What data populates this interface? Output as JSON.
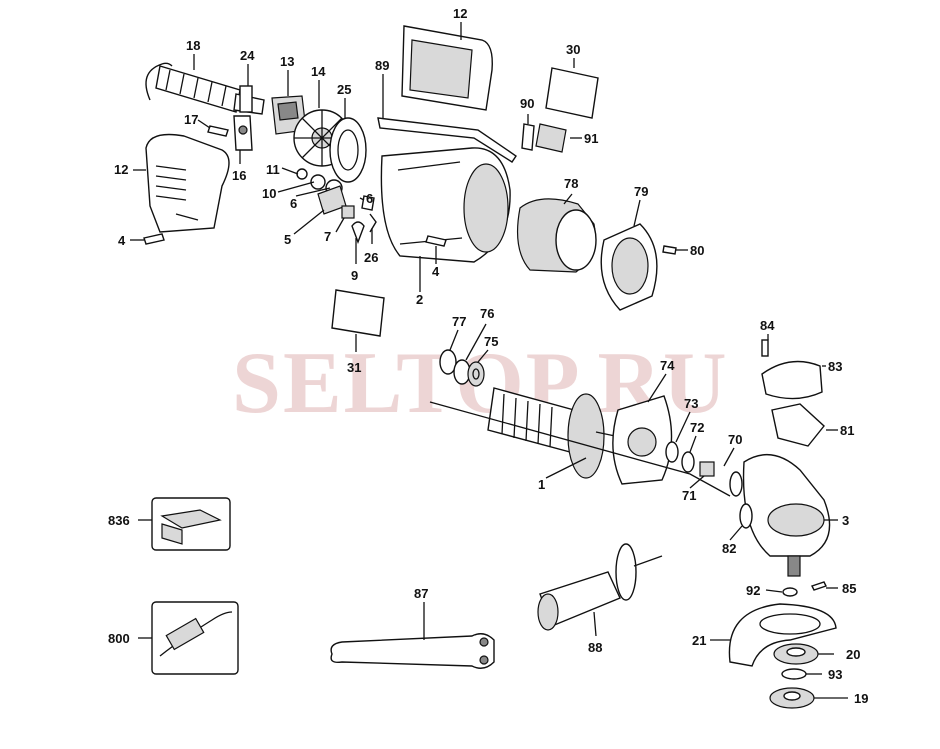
{
  "watermark": "SELTOP.RU",
  "callouts": [
    {
      "id": "c-12a",
      "text": "12"
    },
    {
      "id": "c-18",
      "text": "18"
    },
    {
      "id": "c-24",
      "text": "24"
    },
    {
      "id": "c-13",
      "text": "13"
    },
    {
      "id": "c-14",
      "text": "14"
    },
    {
      "id": "c-25",
      "text": "25"
    },
    {
      "id": "c-89",
      "text": "89"
    },
    {
      "id": "c-30",
      "text": "30"
    },
    {
      "id": "c-17",
      "text": "17"
    },
    {
      "id": "c-12b",
      "text": "12"
    },
    {
      "id": "c-16",
      "text": "16"
    },
    {
      "id": "c-11",
      "text": "11"
    },
    {
      "id": "c-10",
      "text": "10"
    },
    {
      "id": "c-6a",
      "text": "6"
    },
    {
      "id": "c-6b",
      "text": "6"
    },
    {
      "id": "c-5",
      "text": "5"
    },
    {
      "id": "c-7",
      "text": "7"
    },
    {
      "id": "c-26",
      "text": "26"
    },
    {
      "id": "c-9",
      "text": "9"
    },
    {
      "id": "c-4a",
      "text": "4"
    },
    {
      "id": "c-4b",
      "text": "4"
    },
    {
      "id": "c-2",
      "text": "2"
    },
    {
      "id": "c-90",
      "text": "90"
    },
    {
      "id": "c-91",
      "text": "91"
    },
    {
      "id": "c-78",
      "text": "78"
    },
    {
      "id": "c-79",
      "text": "79"
    },
    {
      "id": "c-80",
      "text": "80"
    },
    {
      "id": "c-31",
      "text": "31"
    },
    {
      "id": "c-77",
      "text": "77"
    },
    {
      "id": "c-76",
      "text": "76"
    },
    {
      "id": "c-75",
      "text": "75"
    },
    {
      "id": "c-74",
      "text": "74"
    },
    {
      "id": "c-84",
      "text": "84"
    },
    {
      "id": "c-83",
      "text": "83"
    },
    {
      "id": "c-73",
      "text": "73"
    },
    {
      "id": "c-81",
      "text": "81"
    },
    {
      "id": "c-72",
      "text": "72"
    },
    {
      "id": "c-70",
      "text": "70"
    },
    {
      "id": "c-1",
      "text": "1"
    },
    {
      "id": "c-71",
      "text": "71"
    },
    {
      "id": "c-3",
      "text": "3"
    },
    {
      "id": "c-82",
      "text": "82"
    },
    {
      "id": "c-836",
      "text": "836"
    },
    {
      "id": "c-87",
      "text": "87"
    },
    {
      "id": "c-92",
      "text": "92"
    },
    {
      "id": "c-85",
      "text": "85"
    },
    {
      "id": "c-800",
      "text": "800"
    },
    {
      "id": "c-88",
      "text": "88"
    },
    {
      "id": "c-21",
      "text": "21"
    },
    {
      "id": "c-20",
      "text": "20"
    },
    {
      "id": "c-93",
      "text": "93"
    },
    {
      "id": "c-19",
      "text": "19"
    }
  ]
}
